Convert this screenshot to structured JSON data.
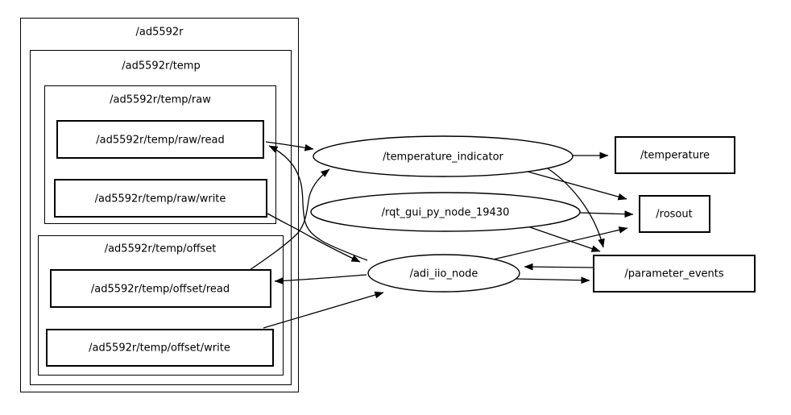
{
  "graph": {
    "colors": {
      "stroke": "#000000",
      "background": "#ffffff"
    },
    "clusters": {
      "ad5592r": {
        "label": "/ad5592r"
      },
      "temp": {
        "label": "/ad5592r/temp"
      },
      "raw": {
        "label": "/ad5592r/temp/raw"
      },
      "offset": {
        "label": "/ad5592r/temp/offset"
      }
    },
    "services": {
      "raw_read": {
        "label": "/ad5592r/temp/raw/read"
      },
      "raw_write": {
        "label": "/ad5592r/temp/raw/write"
      },
      "offset_read": {
        "label": "/ad5592r/temp/offset/read"
      },
      "offset_write": {
        "label": "/ad5592r/temp/offset/write"
      }
    },
    "nodes": {
      "temperature_indicator": {
        "label": "/temperature_indicator"
      },
      "rqt_gui_py_node": {
        "label": "/rqt_gui_py_node_19430"
      },
      "adi_iio_node": {
        "label": "/adi_iio_node"
      }
    },
    "topics": {
      "temperature": {
        "label": "/temperature"
      },
      "rosout": {
        "label": "/rosout"
      },
      "parameter_events": {
        "label": "/parameter_events"
      }
    },
    "edges": [
      {
        "from": "/ad5592r/temp/raw/read",
        "to": "/temperature_indicator"
      },
      {
        "from": "/adi_iio_node",
        "to": "/ad5592r/temp/raw/read"
      },
      {
        "from": "/ad5592r/temp/offset/read",
        "to": "/temperature_indicator"
      },
      {
        "from": "/adi_iio_node",
        "to": "/ad5592r/temp/offset/read"
      },
      {
        "from": "/ad5592r/temp/raw/write",
        "to": "/adi_iio_node"
      },
      {
        "from": "/ad5592r/temp/offset/write",
        "to": "/adi_iio_node"
      },
      {
        "from": "/temperature_indicator",
        "to": "/temperature"
      },
      {
        "from": "/temperature_indicator",
        "to": "/rosout"
      },
      {
        "from": "/rqt_gui_py_node_19430",
        "to": "/rosout"
      },
      {
        "from": "/adi_iio_node",
        "to": "/rosout"
      },
      {
        "from": "/temperature_indicator",
        "to": "/parameter_events"
      },
      {
        "from": "/rqt_gui_py_node_19430",
        "to": "/parameter_events"
      },
      {
        "from": "/adi_iio_node",
        "to": "/parameter_events"
      },
      {
        "from": "/parameter_events",
        "to": "/adi_iio_node"
      }
    ]
  }
}
